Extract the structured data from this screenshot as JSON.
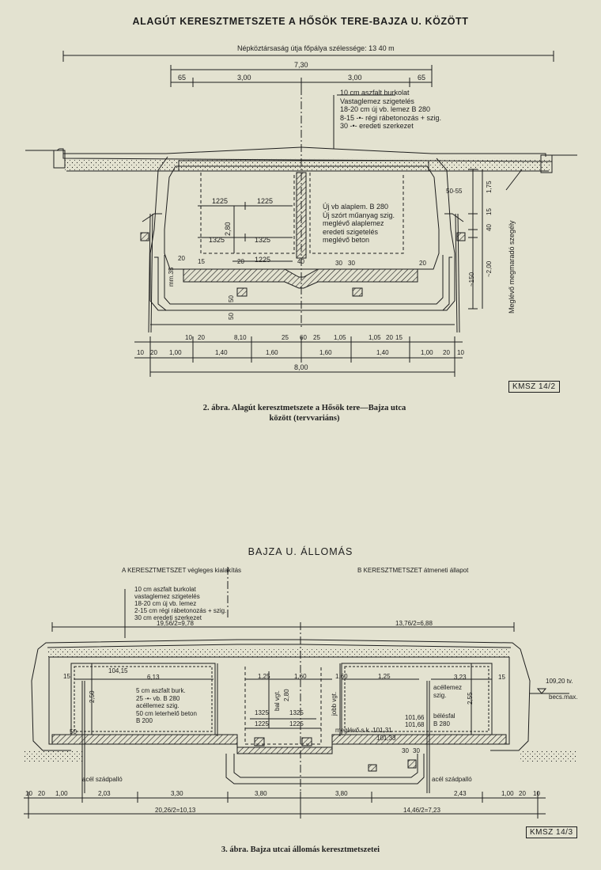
{
  "figure1": {
    "heading": "ALAGÚT KERESZTMETSZETE A HŐSÖK TERE-BAJZA U. KÖZÖTT",
    "width_note": "Népköztársaság útja főpálya szélessége: 13 40 m",
    "dim_top_total": "7,30",
    "dim_top_parts": [
      "65",
      "3,00",
      "3,00",
      "65"
    ],
    "layers": [
      "10 cm aszfalt  burkolat",
      "Vastaglemez szigetelés",
      "18-20 cm új vb. lemez B 280",
      "8-15 -•- régi rábetonozás + szig.",
      "30 -•- eredeti szerkezet"
    ],
    "inner_labels": [
      "Új vb alaplem. B 280",
      "Új szórt műanyag szig.",
      "meglévő alaplemez",
      "eredeti szigetelés",
      "meglévő beton"
    ],
    "track_dims_upper": [
      "1225",
      "1225"
    ],
    "track_dims_middle": [
      "1325",
      "1325"
    ],
    "track_dims_lower": [
      "1225"
    ],
    "height_280": "2,80",
    "right_side": {
      "wall": "50-55",
      "h1": "1,75",
      "h2": "15",
      "h3": "40",
      "h4": "~2,00",
      "h5": "~150",
      "remaining_wall": "Meglévő megmaradó szegély"
    },
    "left_side": {
      "small": "20",
      "small2": "15",
      "mm": "mm.35",
      "b1": "50",
      "b2": "50"
    },
    "center_small": [
      "20",
      "40",
      "30",
      "30",
      "20"
    ],
    "dim_row1": [
      "10",
      "20",
      "8,10",
      "25",
      "60",
      "25",
      "1,05",
      "1,05",
      "20",
      "15"
    ],
    "dim_row2": [
      "10",
      "20",
      "1,00",
      "1,40",
      "1,60",
      "1,60",
      "1,40",
      "1,00",
      "20",
      "10"
    ],
    "dim_total": "8,00",
    "stamp": "KMSZ 14/2",
    "caption_line1": "2. ábra. Alagút keresztmetszete a Hősök tere—Bajza utca",
    "caption_line2": "között (tervvariáns)"
  },
  "figure2": {
    "heading": "BAJZA U.   ÁLLOMÁS",
    "section_a": "A  KERESZTMETSZET  végleges  kialakítás",
    "section_b": "B  KERESZTMETSZET  átmeneti  állapot",
    "layers": [
      "10  cm aszfalt  burkolat",
      "vastaglemez  szigetelés",
      "18-20 cm új vb. lemez",
      "2-15 cm régi  rábetonozás + szig.",
      "30 cm eredeti  szerkezet"
    ],
    "half_left": "19,56/2=9,78",
    "half_right": "13,76/2=6,88",
    "left_labels": [
      "5 cm aszfalt  burk.",
      "25 -•- vb. B 280",
      "acéllemez  szig.",
      "50 cm leterhelő  beton",
      "B 200"
    ],
    "left_dims": {
      "d15": "15",
      "d104": "104,15",
      "d613": "6,13",
      "d250": "2,50",
      "d50": "50"
    },
    "center_dims": {
      "a": "1,25",
      "b": "1,60",
      "c": "1,60",
      "d": "1,25",
      "h": "2,80",
      "t1": "1325",
      "t2": "1325",
      "t3": "1225",
      "t4": "1225"
    },
    "center_labels": {
      "left_rail": "bal vgt.",
      "right_rail": "jobb vgt.",
      "existing": "meglévő  s.k. 101,31",
      "existing2": "101,33"
    },
    "right_labels": [
      "acéllemez",
      "szig.",
      "bélésfal",
      "B 280"
    ],
    "right_dims": {
      "d323": "3,23",
      "d15": "15",
      "d255": "2,55",
      "e1": "101,66",
      "e2": "101,68",
      "s30a": "30",
      "s30b": "30"
    },
    "water": "109,20 tv.",
    "water2": "becs.max.",
    "steel_left": "acél szádpalló",
    "steel_right": "acél szádpalló",
    "dim_row1": [
      "10",
      "20",
      "1,00",
      "2,03",
      "3,30",
      "3,80",
      "3,80",
      "2,43",
      "1,00",
      "20",
      "10"
    ],
    "dim_total_left": "20,26/2=10,13",
    "dim_total_right": "14,46/2=7,23",
    "stamp": "KMSZ 14/3",
    "caption": "3. ábra. Bajza utcai állomás keresztmetszetei"
  }
}
